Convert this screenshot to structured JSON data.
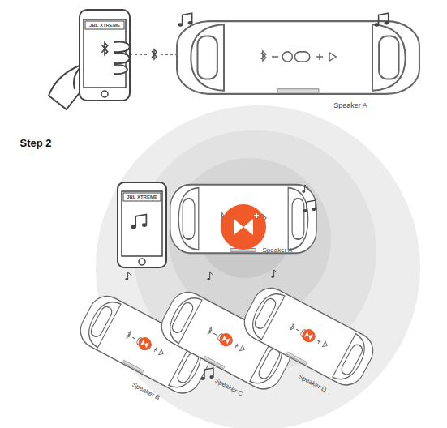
{
  "diagram": {
    "labels": [
      "JBL XTREME",
      "Speaker A",
      "Step 2",
      "JBL XTREME",
      "Speaker A",
      "Speaker B",
      "Speaker C",
      "Speaker D"
    ]
  }
}
